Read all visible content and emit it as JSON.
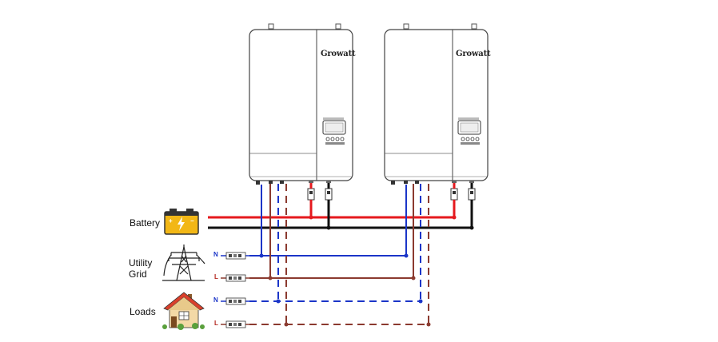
{
  "labels": {
    "battery": "Battery",
    "utility_grid": "Utility Grid",
    "loads": "Loads"
  },
  "terminals": {
    "grid_n": "N",
    "grid_l": "L",
    "load_n": "N",
    "load_l": "L"
  },
  "inverters": [
    {
      "brand": "Growatt"
    },
    {
      "brand": "Growatt"
    }
  ],
  "icons": {
    "battery": "battery-icon",
    "grid": "power-pylon-icon",
    "loads": "house-icon"
  },
  "colors": {
    "battery_positive": "#e5191e",
    "battery_negative": "#111111",
    "neutral": "#1b35c8",
    "line": "#8b3a2f",
    "n_tag": "#1b35c8",
    "l_tag": "#b3261e"
  }
}
